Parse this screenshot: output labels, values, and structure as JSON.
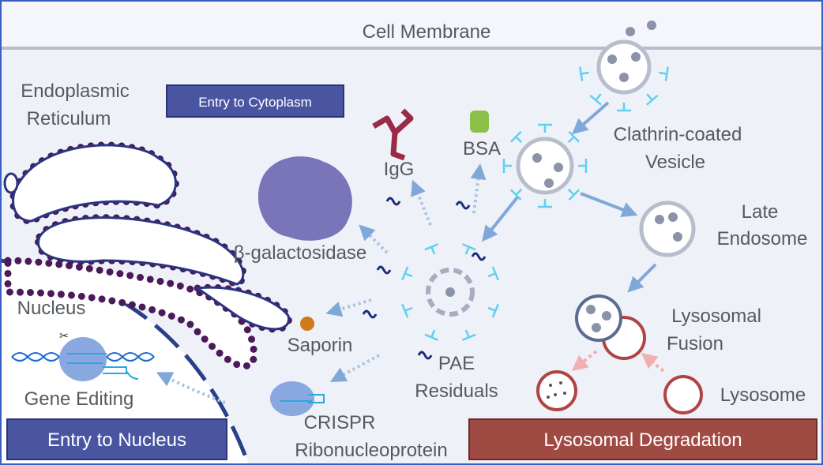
{
  "labels": {
    "cell_membrane": "Cell Membrane",
    "er_line1": "Endoplasmic",
    "er_line2": "Reticulum",
    "entry_cytoplasm": "Entry to Cytoplasm",
    "igg": "IgG",
    "bsa": "BSA",
    "clathrin_line1": "Clathrin-coated",
    "clathrin_line2": "Vesicle",
    "late_line1": "Late",
    "late_line2": "Endosome",
    "beta_gal": "β-galactosidase",
    "nucleus": "Nucleus",
    "saporin": "Saporin",
    "pae_line1": "PAE",
    "pae_line2": "Residuals",
    "fusion_line1": "Lysosomal",
    "fusion_line2": "Fusion",
    "lysosome": "Lysosome",
    "gene_editing": "Gene Editing",
    "crispr_line1": "CRISPR",
    "crispr_line2": "Ribonucleoprotein",
    "entry_nucleus": "Entry to Nucleus",
    "lysosomal_degradation": "Lysosomal Degradation"
  },
  "colors": {
    "frame": "#3a5fc0",
    "cytoplasm": "#eef1f8",
    "nucleus_fill": "#ffffff",
    "nuclear_envelope": "#2a3f8a",
    "er_outline": "#2a3580",
    "ribosome_dots": "#4a1a5a",
    "clathrin": "#5fd0f0",
    "vesicle": "#b8bdcc",
    "arrow": "#7fa8d8",
    "lysosome": "#b04444",
    "blue_box": "#4a55a2",
    "red_box": "#a04a44",
    "polymer": "#1a2a7a"
  }
}
